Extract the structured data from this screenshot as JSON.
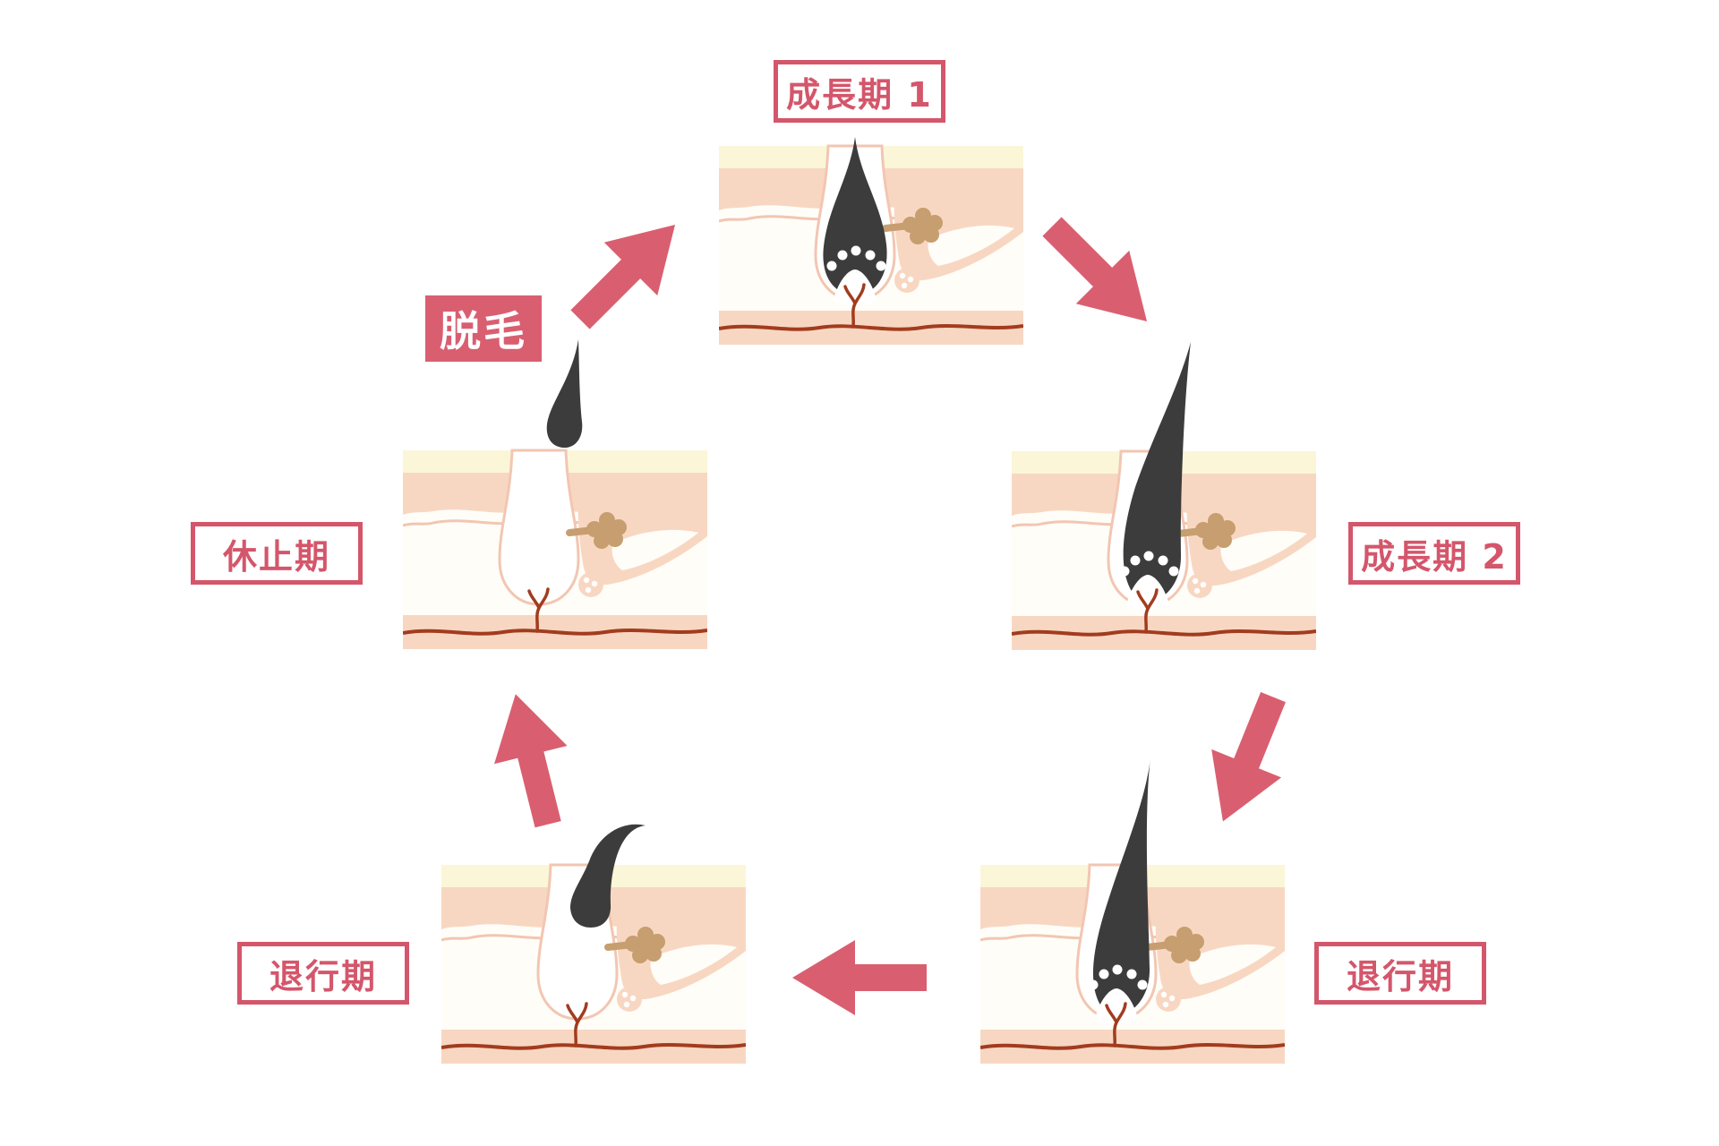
{
  "diagram_name": "hair-growth-cycle",
  "colors": {
    "rose": "#d95f70",
    "label": "#d4566b",
    "cream": "#fbf6d8",
    "peach": "#f8d7c2",
    "dermis": "#fffdf8",
    "outline": "#f2c6b2",
    "vessel": "#a23c1f",
    "hair": "#3c3c3c",
    "gland": "#c69e6f",
    "white": "#ffffff"
  },
  "stages": [
    {
      "id": "growth-1",
      "label": "成長期 1"
    },
    {
      "id": "growth-2",
      "label": "成長期 2"
    },
    {
      "id": "catagen-right",
      "label": "退行期"
    },
    {
      "id": "catagen-left",
      "label": "退行期"
    },
    {
      "id": "telogen",
      "label": "休止期"
    }
  ],
  "shedding": {
    "text": "脱毛"
  },
  "arrows": [
    {
      "from": "telogen",
      "to": "growth-1",
      "direction": "up-right"
    },
    {
      "from": "growth-1",
      "to": "growth-2",
      "direction": "down-right"
    },
    {
      "from": "growth-2",
      "to": "catagen-right",
      "direction": "down-left"
    },
    {
      "from": "catagen-right",
      "to": "catagen-left",
      "direction": "left"
    },
    {
      "from": "catagen-left",
      "to": "telogen",
      "direction": "up-left"
    }
  ]
}
